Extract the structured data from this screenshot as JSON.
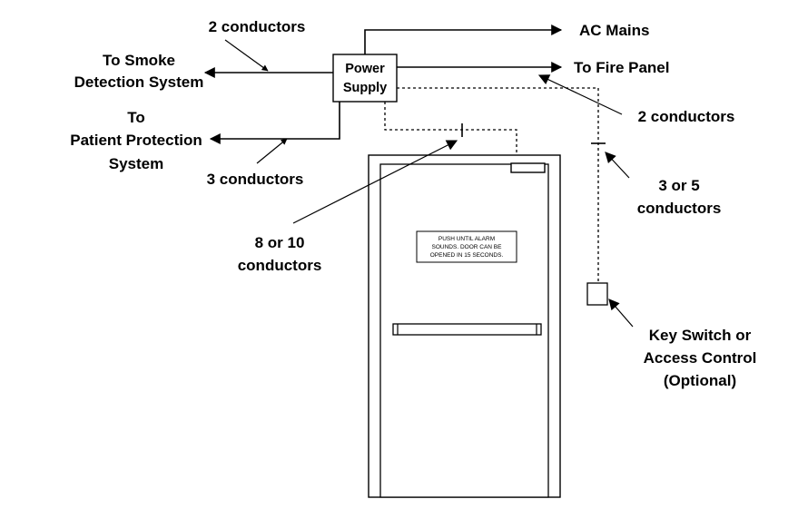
{
  "power_supply": {
    "line1": "Power",
    "line2": "Supply"
  },
  "labels": {
    "ac_mains": "AC Mains",
    "to_fire_panel": "To Fire Panel",
    "to_smoke_line1": "To Smoke",
    "to_smoke_line2": "Detection System",
    "to_patient_line1": "To",
    "to_patient_line2": "Patient Protection",
    "to_patient_line3": "System",
    "conductors_2_top": "2 conductors",
    "conductors_2_right": "2 conductors",
    "conductors_3": "3 conductors",
    "conductors_3or5_line1": "3 or 5",
    "conductors_3or5_line2": "conductors",
    "conductors_8or10_line1": "8 or 10",
    "conductors_8or10_line2": "conductors",
    "key_switch_line1": "Key Switch or",
    "key_switch_line2": "Access Control",
    "key_switch_line3": "(Optional)"
  },
  "door_sign": {
    "line1": "PUSH UNTIL ALARM",
    "line2": "SOUNDS. DOOR CAN BE",
    "line3": "OPENED IN 15 SECONDS."
  }
}
